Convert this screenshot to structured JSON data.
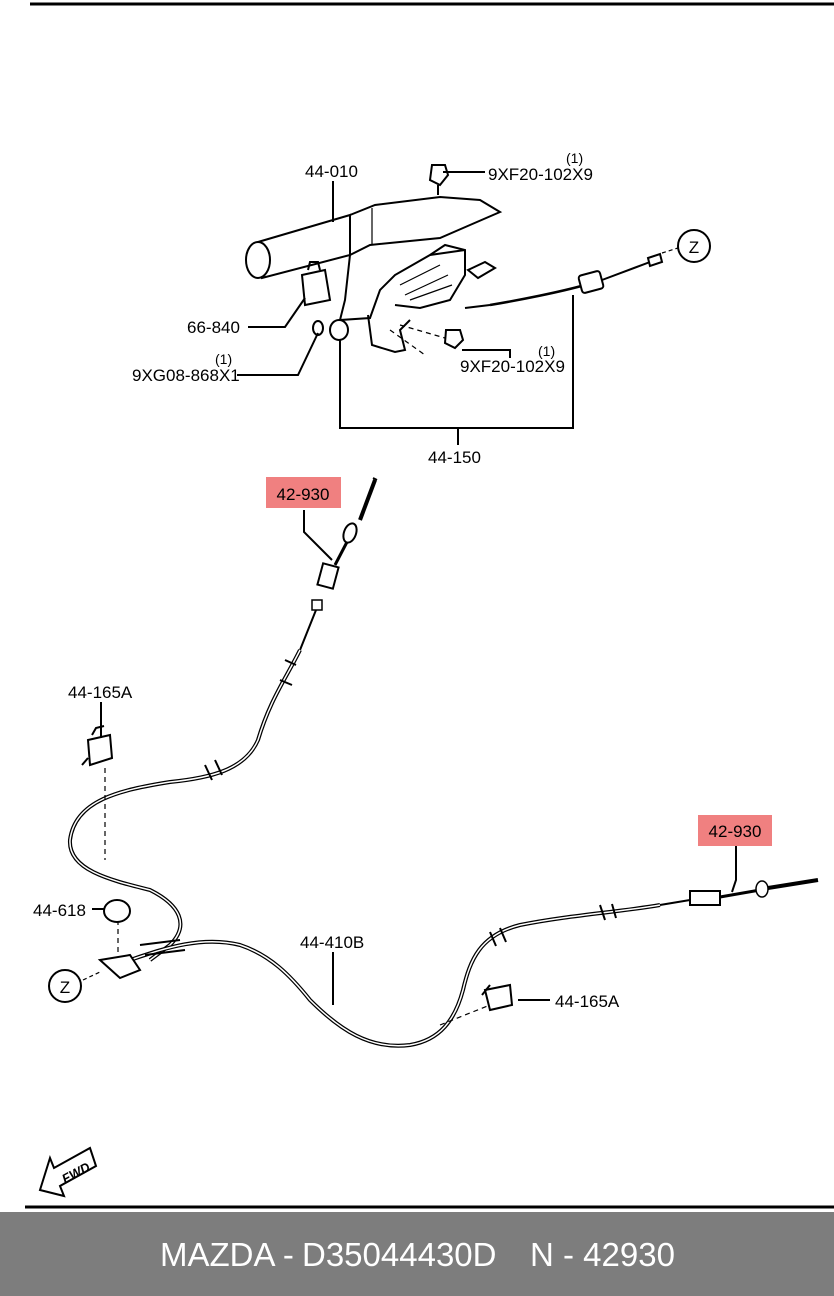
{
  "labels": {
    "lever": "44-010",
    "nut_top": "9XF20-102X9",
    "nut_top_qty": "(1)",
    "switch": "66-840",
    "bolt": "9XG08-868X1",
    "bolt_qty": "(1)",
    "nut_bottom": "9XF20-102X9",
    "nut_bottom_qty": "(1)",
    "lever_assy": "44-150",
    "callout_z": "Z",
    "front_cable_top": "42-930",
    "front_cable_right": "42-930",
    "clip_left": "44-165A",
    "plug": "44-618",
    "rear_cable": "44-410B",
    "clip_right": "44-165A",
    "fwd": "FWD"
  },
  "highlight_color": "#f08080",
  "footer": {
    "brand": "MAZDA - ",
    "part_number": "D35044430D",
    "ref": "N - 42930",
    "background": "#7d7d7d"
  }
}
